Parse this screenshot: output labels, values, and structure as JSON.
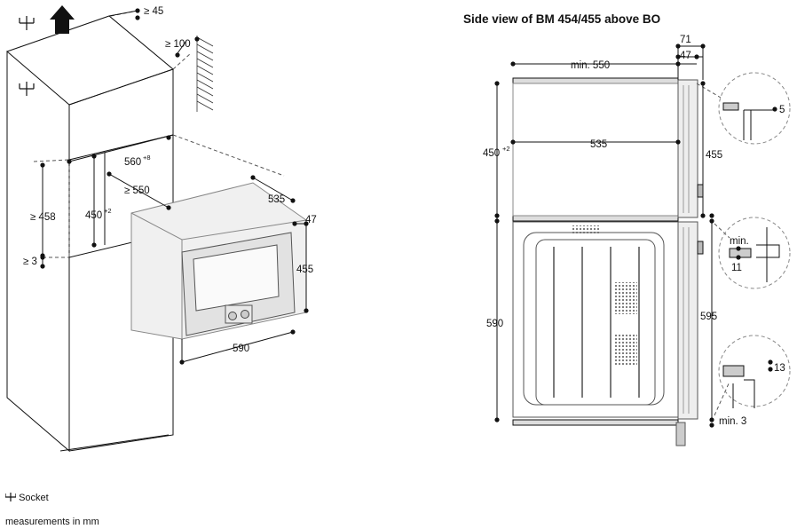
{
  "title": "Side view of BM 454/455 above BO",
  "left_view": {
    "dims": {
      "top_gap": "≥ 45",
      "vent": "≥ 100",
      "niche_width": "560",
      "niche_width_tol": "+8",
      "niche_depth": "≥ 550",
      "niche_height": "450",
      "niche_height_tol": "+2",
      "cabinet_min": "≥ 458",
      "socket_gap": "≥ 3",
      "depth": "535",
      "front": "47",
      "height": "455",
      "width": "590"
    }
  },
  "right_view": {
    "dims": {
      "d71": "71",
      "d47": "47",
      "min550": "min. 550",
      "h450": "450",
      "h450_tol": "+2",
      "d535": "535",
      "d455": "455",
      "d590": "590",
      "d595": "595",
      "min3": "min. 3",
      "det_top": "5",
      "det_mid_label": "min.",
      "det_mid": "11",
      "det_bot": "13"
    }
  },
  "legend": {
    "socket": "Socket",
    "units": "measurements in mm"
  }
}
